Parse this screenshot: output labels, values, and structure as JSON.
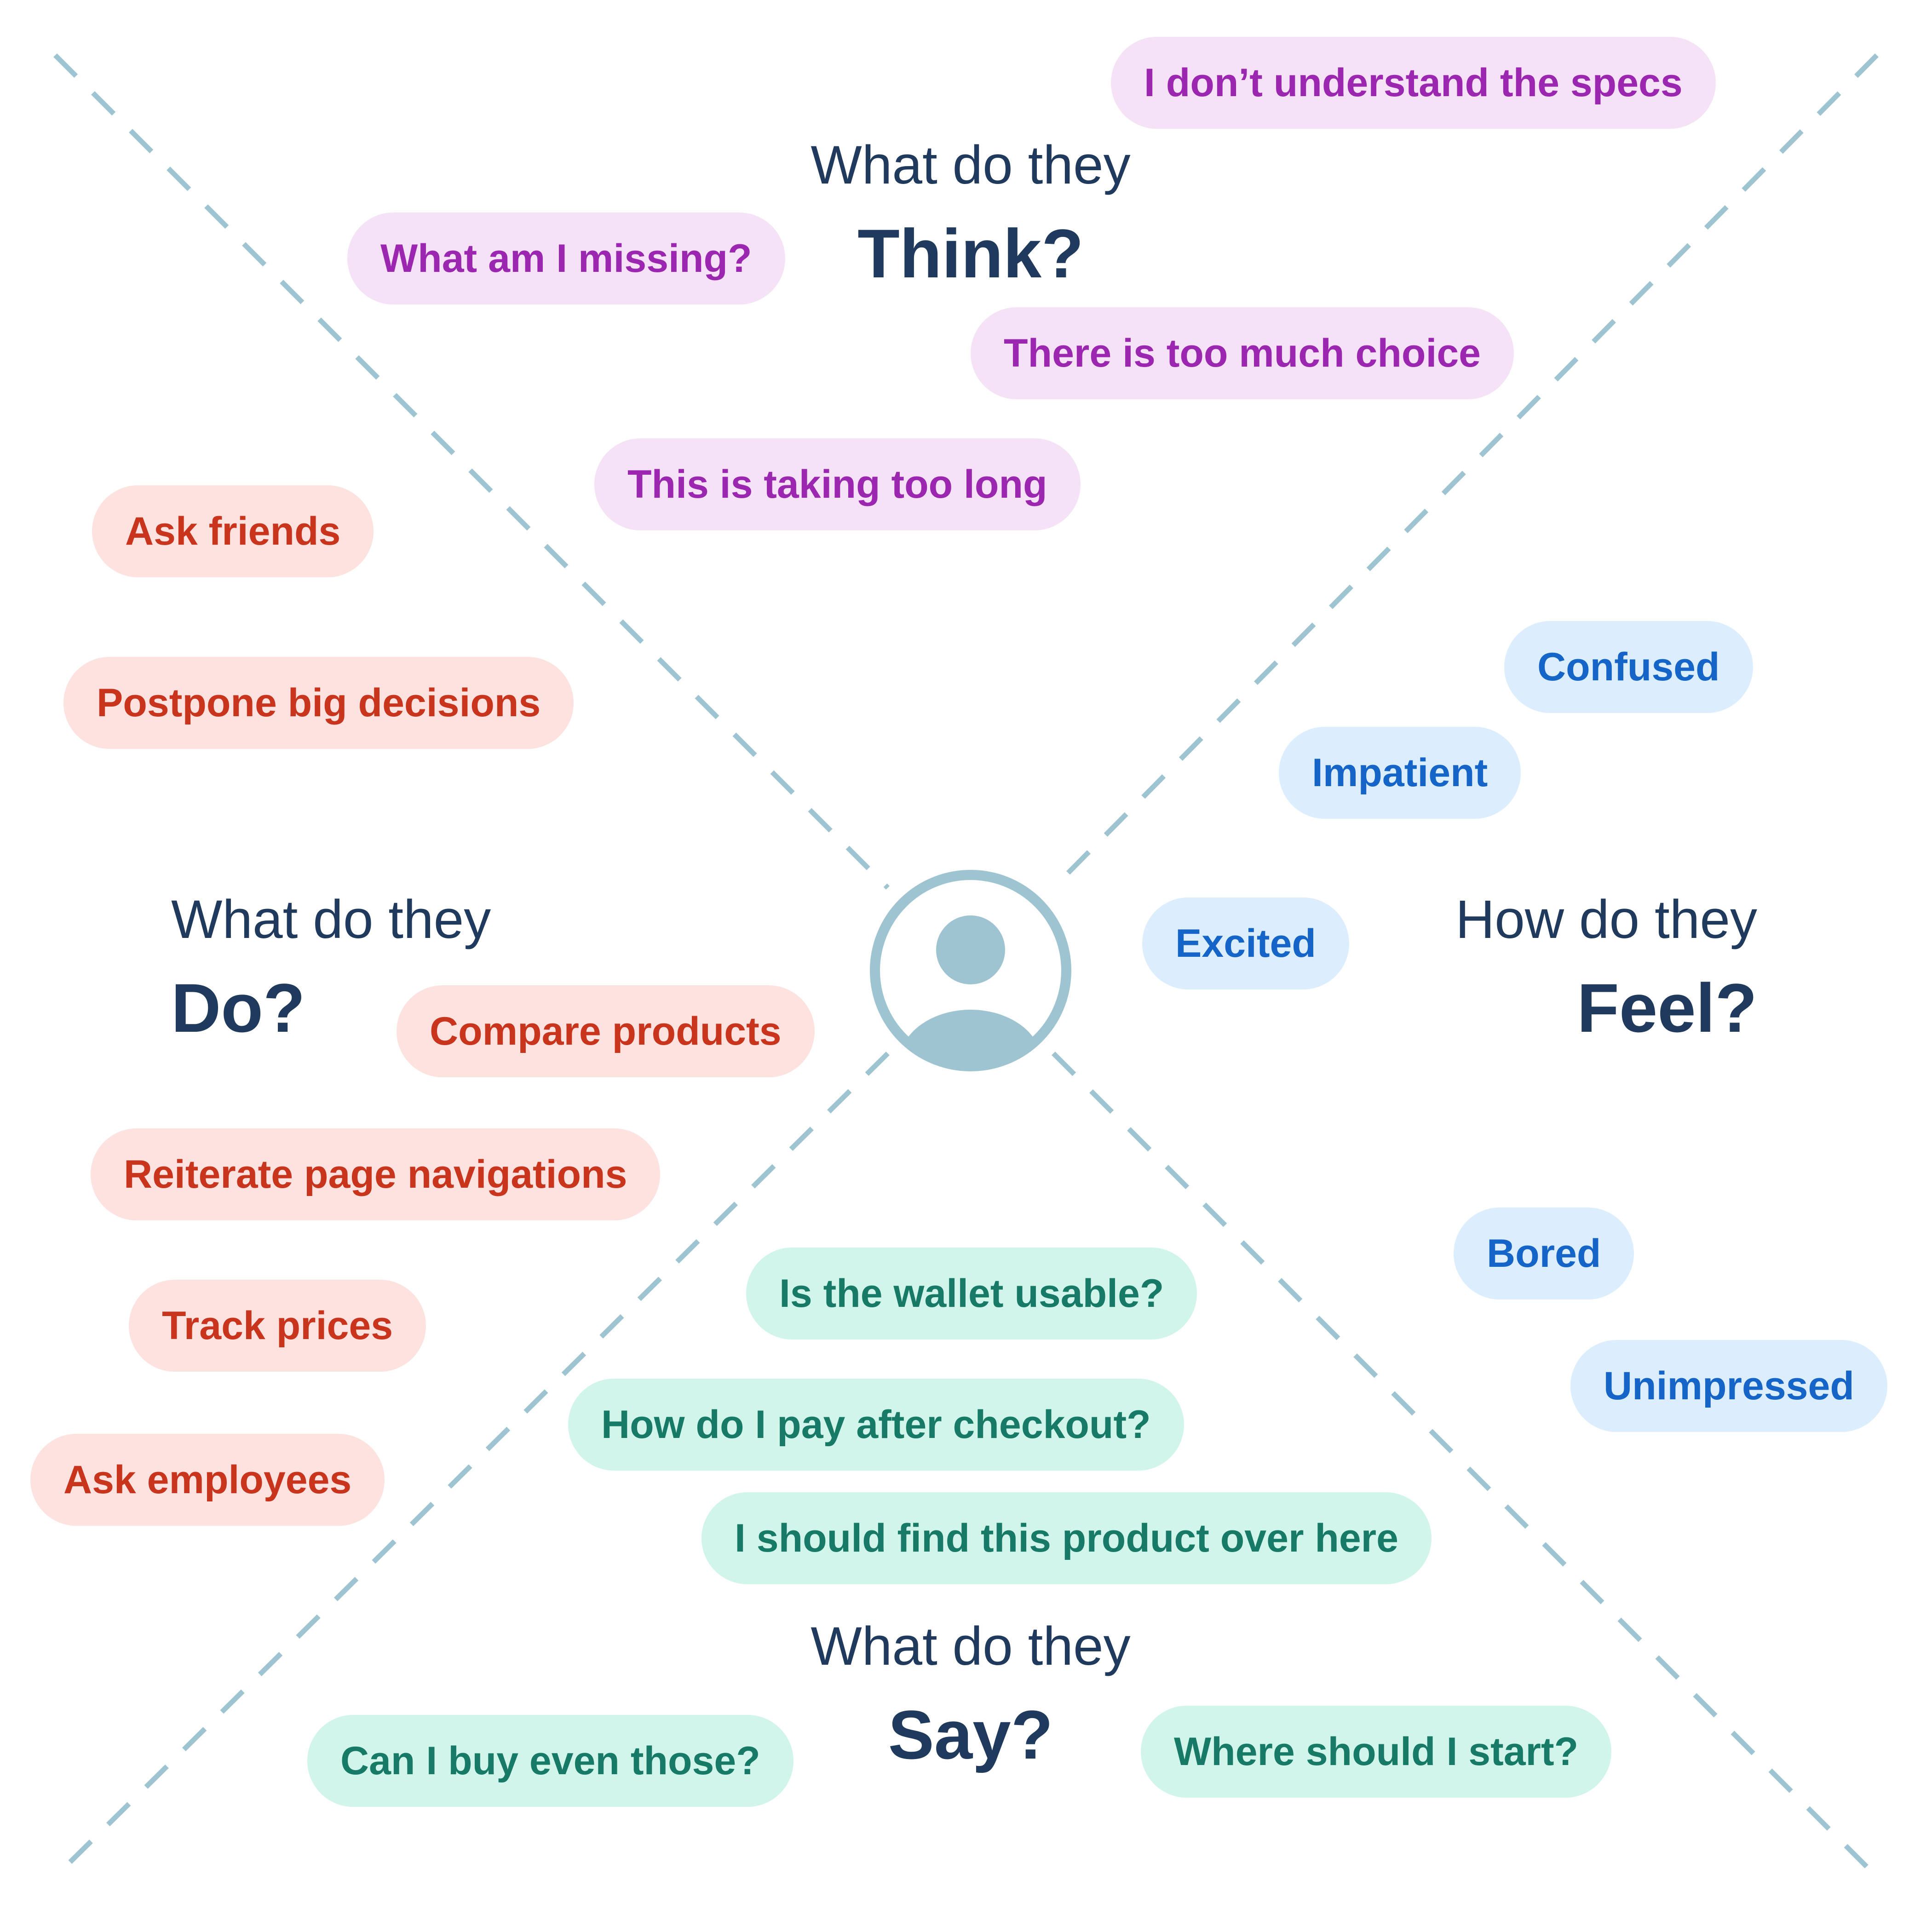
{
  "colors": {
    "diagonal": "#9dc4d0",
    "heading": "#1f3a5c",
    "avatar": "#9dc4d0",
    "think": {
      "bg": "#f5e2f7",
      "text": "#9b27b0"
    },
    "do": {
      "bg": "#fde2df",
      "text": "#c8341c"
    },
    "feel": {
      "bg": "#dceefd",
      "text": "#1565c8"
    },
    "say": {
      "bg": "#d1f5ea",
      "text": "#167a66"
    }
  },
  "avatar": {
    "icon": "user-avatar-icon"
  },
  "quadrants": {
    "think": {
      "question": "What do they",
      "word": "Think?",
      "items": [
        "I don’t understand the specs",
        "What am I missing?",
        "There is too much choice",
        "This is taking too long"
      ]
    },
    "do": {
      "question": "What do they",
      "word": "Do?",
      "items": [
        "Ask friends",
        "Postpone big decisions",
        "Compare products",
        "Reiterate page navigations",
        "Track prices",
        "Ask employees"
      ]
    },
    "feel": {
      "question": "How do they",
      "word": "Feel?",
      "items": [
        "Confused",
        "Impatient",
        "Excited",
        "Bored",
        "Unimpressed"
      ]
    },
    "say": {
      "question": "What do they",
      "word": "Say?",
      "items": [
        "Is the wallet usable?",
        "How do I pay after checkout?",
        "I should find this product over here",
        "Can I buy even those?",
        "Where should I start?"
      ]
    }
  }
}
